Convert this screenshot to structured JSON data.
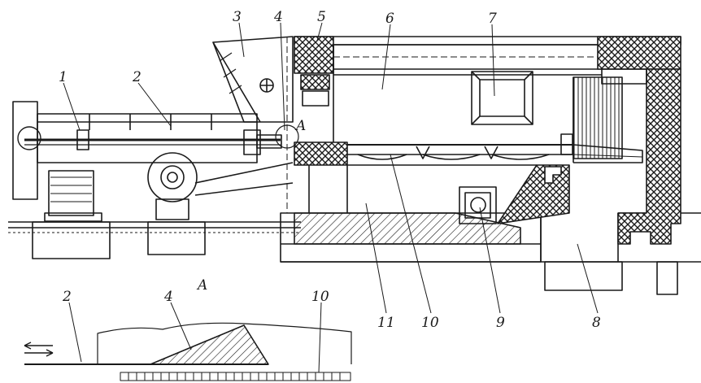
{
  "labels": {
    "l1": "1",
    "l2": "2",
    "l3": "3",
    "l4": "4",
    "l5": "5",
    "l6": "6",
    "l7": "7",
    "l8": "8",
    "l9": "9",
    "l10": "10",
    "l11": "11",
    "detail_marker": "A",
    "detail_title": "A",
    "d2": "2",
    "d4": "4",
    "d10": "10"
  },
  "colors": {
    "ink": "#1a1a1a",
    "paper": "#ffffff"
  }
}
